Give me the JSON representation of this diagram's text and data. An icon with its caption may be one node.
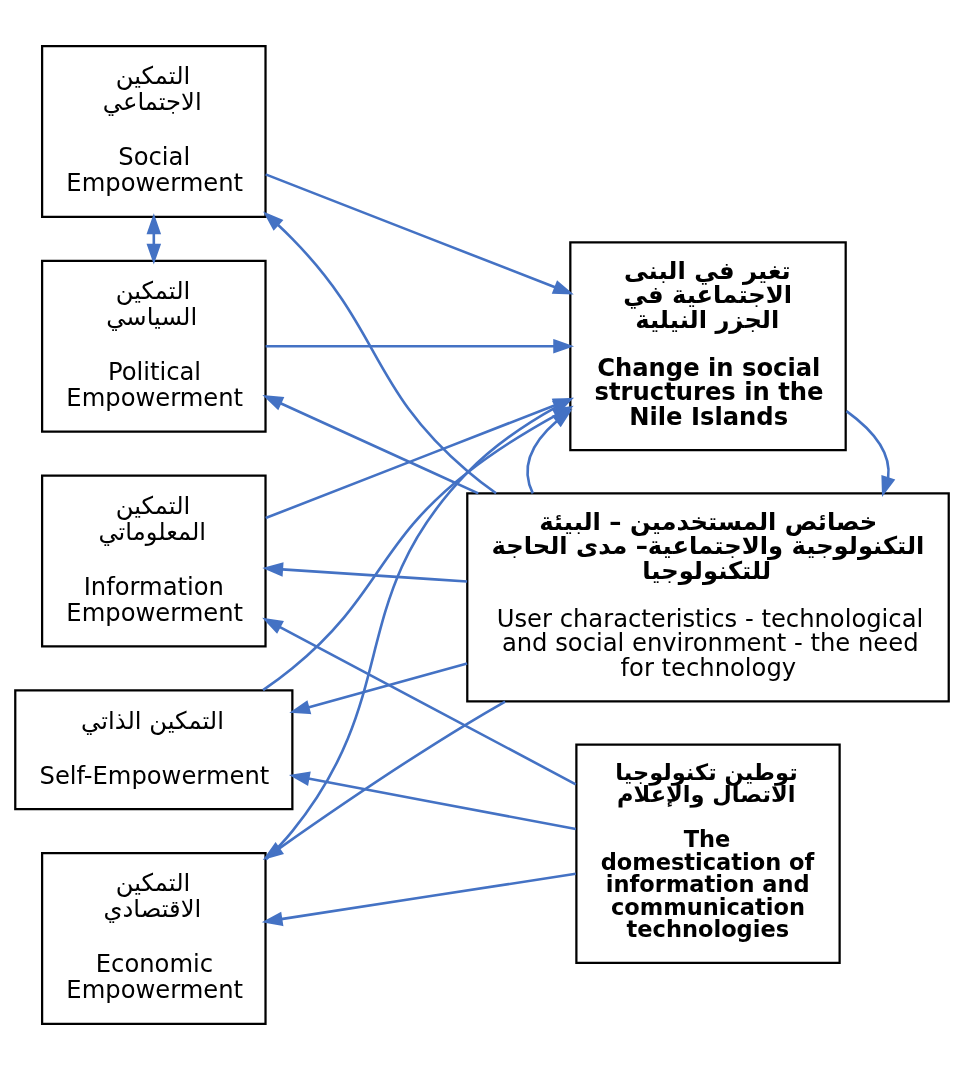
{
  "diagram": {
    "nodes": [
      {
        "text": [
          "خصائص المستخدمين – البيئة التكنولوجية والاجتماعية– مدى الحاجة للتكنولوجيا",
          "User characteristics - technological and social environment - the need for technology"
        ]
      },
      {
        "text": [
          "التمكين الاجتماعي",
          "Social Empowerment"
        ]
      },
      {
        "text": [
          "التمكين المعلوماتي",
          "Information Empowerment"
        ]
      },
      {
        "text": [
          "التمكين الذاتي",
          "Self-Empowerment"
        ]
      },
      {
        "text": [
          "التمكين الاقتصادي",
          "Economic Empowerment"
        ]
      },
      {
        "text": [
          "التمكين السياسي",
          "Political Empowerment"
        ]
      },
      {
        "text": [
          "توطين تكنولوجيا الاتصال والإعلام",
          "The domestication of information and communication technologies"
        ]
      },
      {
        "text": [
          "تغير في البنى الاجتماعية في الجزر النيلية",
          "Change in social structures in the Nile Islands"
        ]
      }
    ],
    "edges": [
      {
        "from": 0,
        "to": 7,
        "arrow": "to"
      },
      {
        "from": 7,
        "to": 0,
        "arrow": "to"
      },
      {
        "from": 0,
        "to": 1,
        "arrow": "to"
      },
      {
        "from": 0,
        "to": 2,
        "arrow": "to"
      },
      {
        "from": 0,
        "to": 3,
        "arrow": "to"
      },
      {
        "from": 0,
        "to": 4,
        "arrow": "to"
      },
      {
        "from": 0,
        "to": 5,
        "arrow": "to"
      },
      {
        "from": 1,
        "to": 7,
        "arrow": "to"
      },
      {
        "from": 2,
        "to": 7,
        "arrow": "to"
      },
      {
        "from": 3,
        "to": 7,
        "arrow": "to"
      },
      {
        "from": 4,
        "to": 7,
        "arrow": "to"
      },
      {
        "from": 5,
        "to": 7,
        "arrow": "to"
      },
      {
        "from": 6,
        "to": 2,
        "arrow": "to"
      },
      {
        "from": 6,
        "to": 3,
        "arrow": "to"
      },
      {
        "from": 6,
        "to": 4,
        "arrow": "to"
      },
      {
        "from": 1,
        "to": 5,
        "arrow": "both"
      }
    ]
  }
}
